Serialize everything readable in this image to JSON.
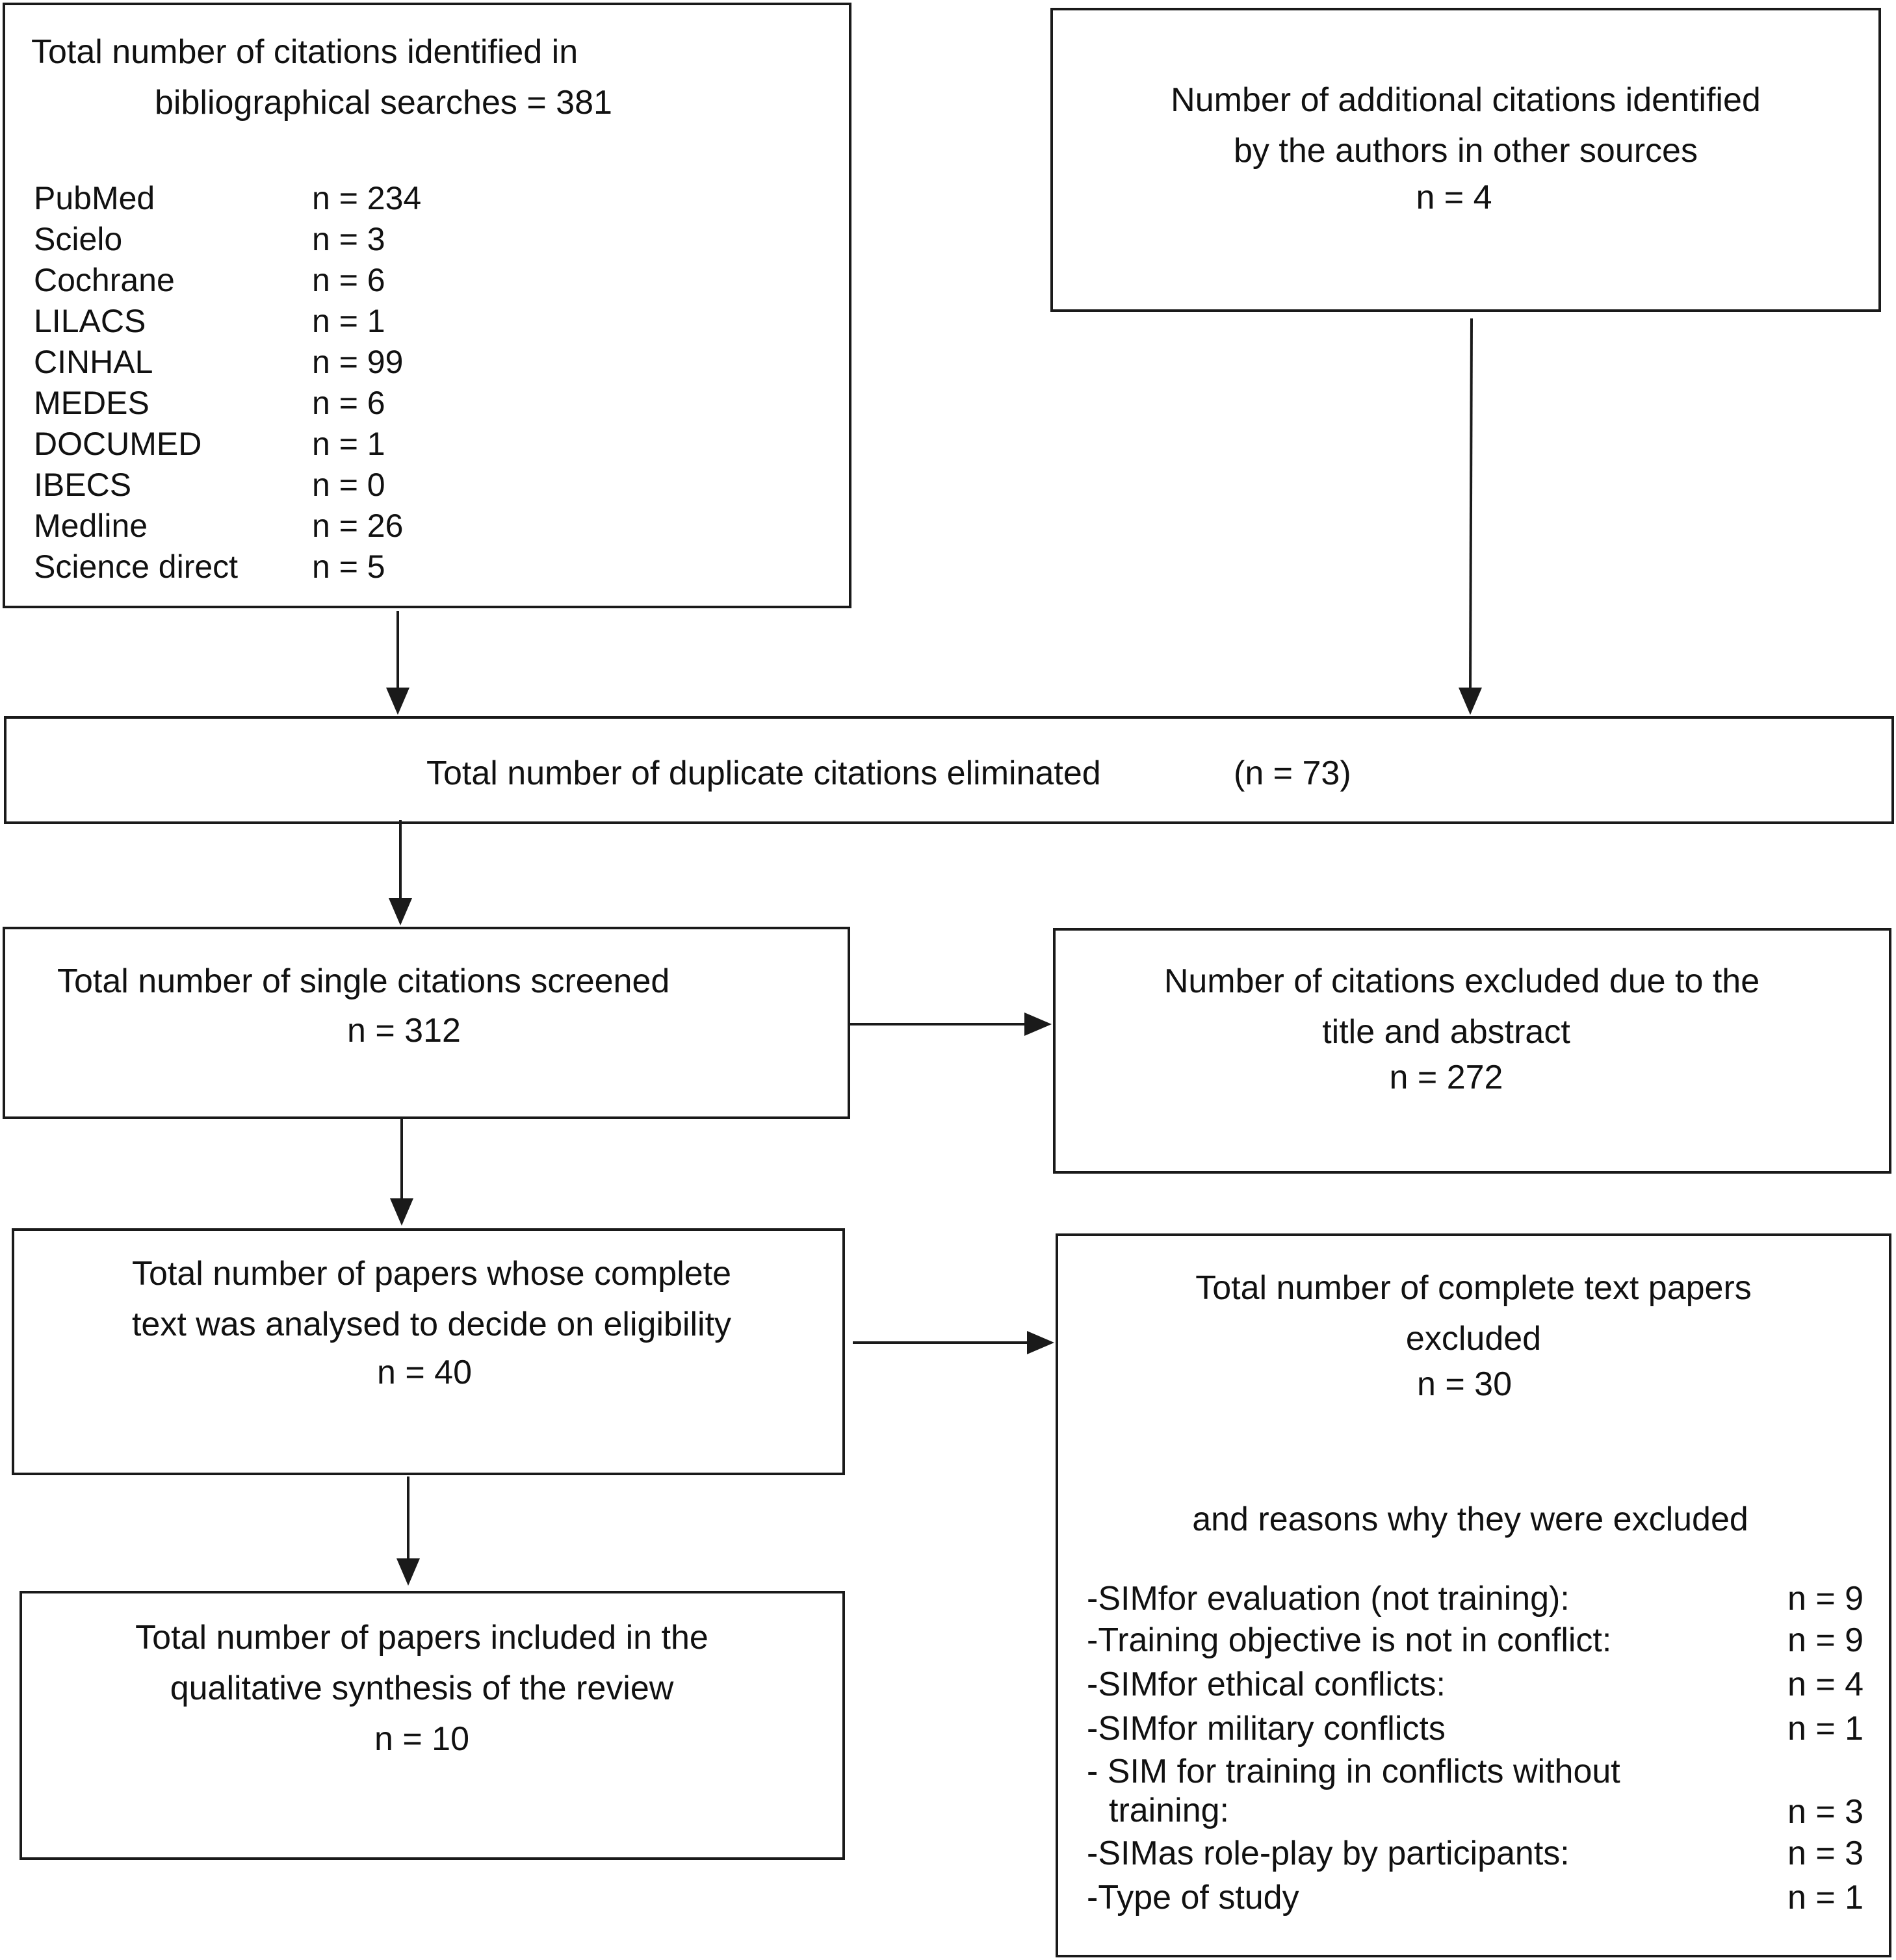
{
  "box1": {
    "title_line1": "Total number of citations identified in",
    "title_line2": "bibliographical searches = 381",
    "databases": [
      {
        "name": "PubMed",
        "count": "n = 234"
      },
      {
        "name": "Scielo",
        "count": "n = 3"
      },
      {
        "name": "Cochrane",
        "count": "n = 6"
      },
      {
        "name": "LILACS",
        "count": "n = 1"
      },
      {
        "name": "CINHAL",
        "count": "n = 99"
      },
      {
        "name": "MEDES",
        "count": "n = 6"
      },
      {
        "name": "DOCUMED",
        "count": "n = 1"
      },
      {
        "name": "IBECS",
        "count": "n = 0"
      },
      {
        "name": "Medline",
        "count": "n = 26"
      },
      {
        "name": "Science direct",
        "count": "n = 5"
      }
    ]
  },
  "box2": {
    "line1": "Number of additional citations identified",
    "line2": "by the authors in other sources",
    "count": "n = 4"
  },
  "box3": {
    "text": "Total number of duplicate citations eliminated",
    "count": "(n = 73)"
  },
  "box4": {
    "line1": "Total number of single citations screened",
    "count": "n = 312"
  },
  "box5": {
    "line1": "Number of citations excluded due to the",
    "line2": "title and abstract",
    "count": "n = 272"
  },
  "box6": {
    "line1": "Total number of papers whose complete",
    "line2": "text was analysed to decide on eligibility",
    "count": "n = 40"
  },
  "box7": {
    "line1": "Total number of complete text papers",
    "line2": "excluded",
    "count": "n = 30",
    "reasons_heading": "and reasons why they were excluded",
    "reasons": [
      {
        "label": "-SIMfor evaluation (not training):",
        "count": "n = 9"
      },
      {
        "label": "-Training objective is not in conflict:",
        "count": "n = 9"
      },
      {
        "label": "-SIMfor ethical conflicts:",
        "count": "n = 4"
      },
      {
        "label": "-SIMfor military conflicts",
        "count": "n = 1"
      },
      {
        "label": "- SIM for training in conflicts without",
        "label_line2": "training:",
        "count": "n = 3"
      },
      {
        "label": "-SIMas role-play by participants:",
        "count": "n = 3"
      },
      {
        "label": "-Type of study",
        "count": "n = 1"
      }
    ]
  },
  "box8": {
    "line1": "Total number of papers included in the",
    "line2": "qualitative synthesis of the review",
    "count": "n = 10"
  }
}
